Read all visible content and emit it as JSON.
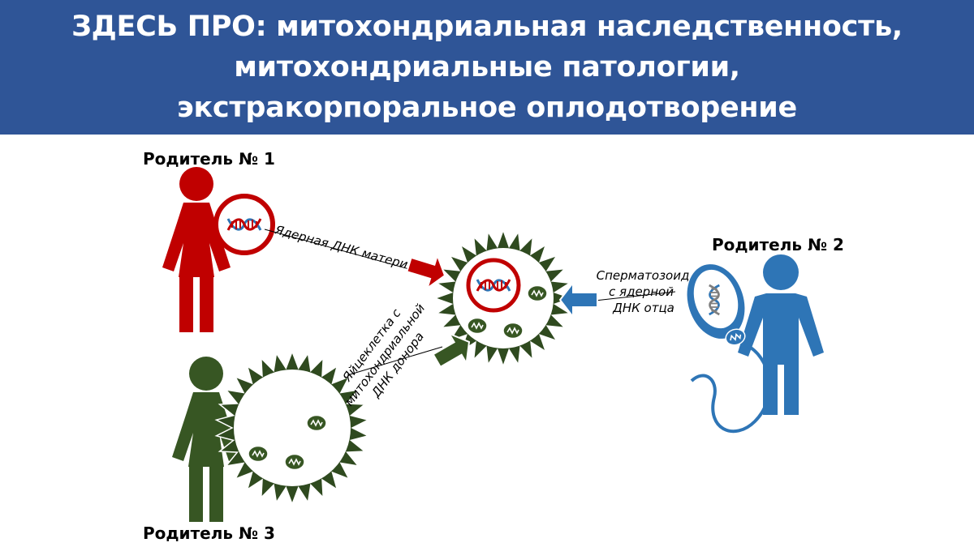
{
  "header": {
    "line1": "ЗДЕСЬ ПРО: митохондриальная наследственность,",
    "line2": "митохондриальные патологии,",
    "line3": "экстракорпоральное оплодотворение"
  },
  "parents": {
    "p1": "Родитель № 1",
    "p2": "Родитель № 2",
    "p3": "Родитель № 3"
  },
  "labels": {
    "mother_dna": "Ядерная ДНК матери",
    "sperm_l1": "Сперматозоид",
    "sperm_l2": "с ядерной",
    "sperm_l3": "ДНК отца",
    "donor_l1": "Яйцеклетка с",
    "donor_l2": "митохондриальной",
    "donor_l3": "ДНК донора"
  },
  "colors": {
    "banner": "#2f5597",
    "parent1": "#c00000",
    "parent2": "#2e75b6",
    "parent3": "#375623",
    "spikes": "#2f4a1f"
  }
}
